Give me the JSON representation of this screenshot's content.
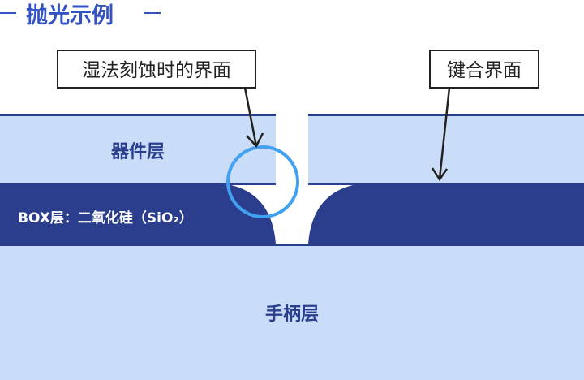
{
  "title": "抛光示例",
  "callouts": {
    "wet_etch_interface": "湿法刻蚀时的界面",
    "bond_interface": "键合界面"
  },
  "layers": {
    "device": "器件层",
    "box": "BOX层：二氧化硅（SiO₂）",
    "handle": "手柄层"
  },
  "colors": {
    "accent": "#3352c4",
    "light_layer": "#c9ddf8",
    "dark_layer": "#2b3e8e",
    "highlight_circle": "#42a0f0"
  }
}
